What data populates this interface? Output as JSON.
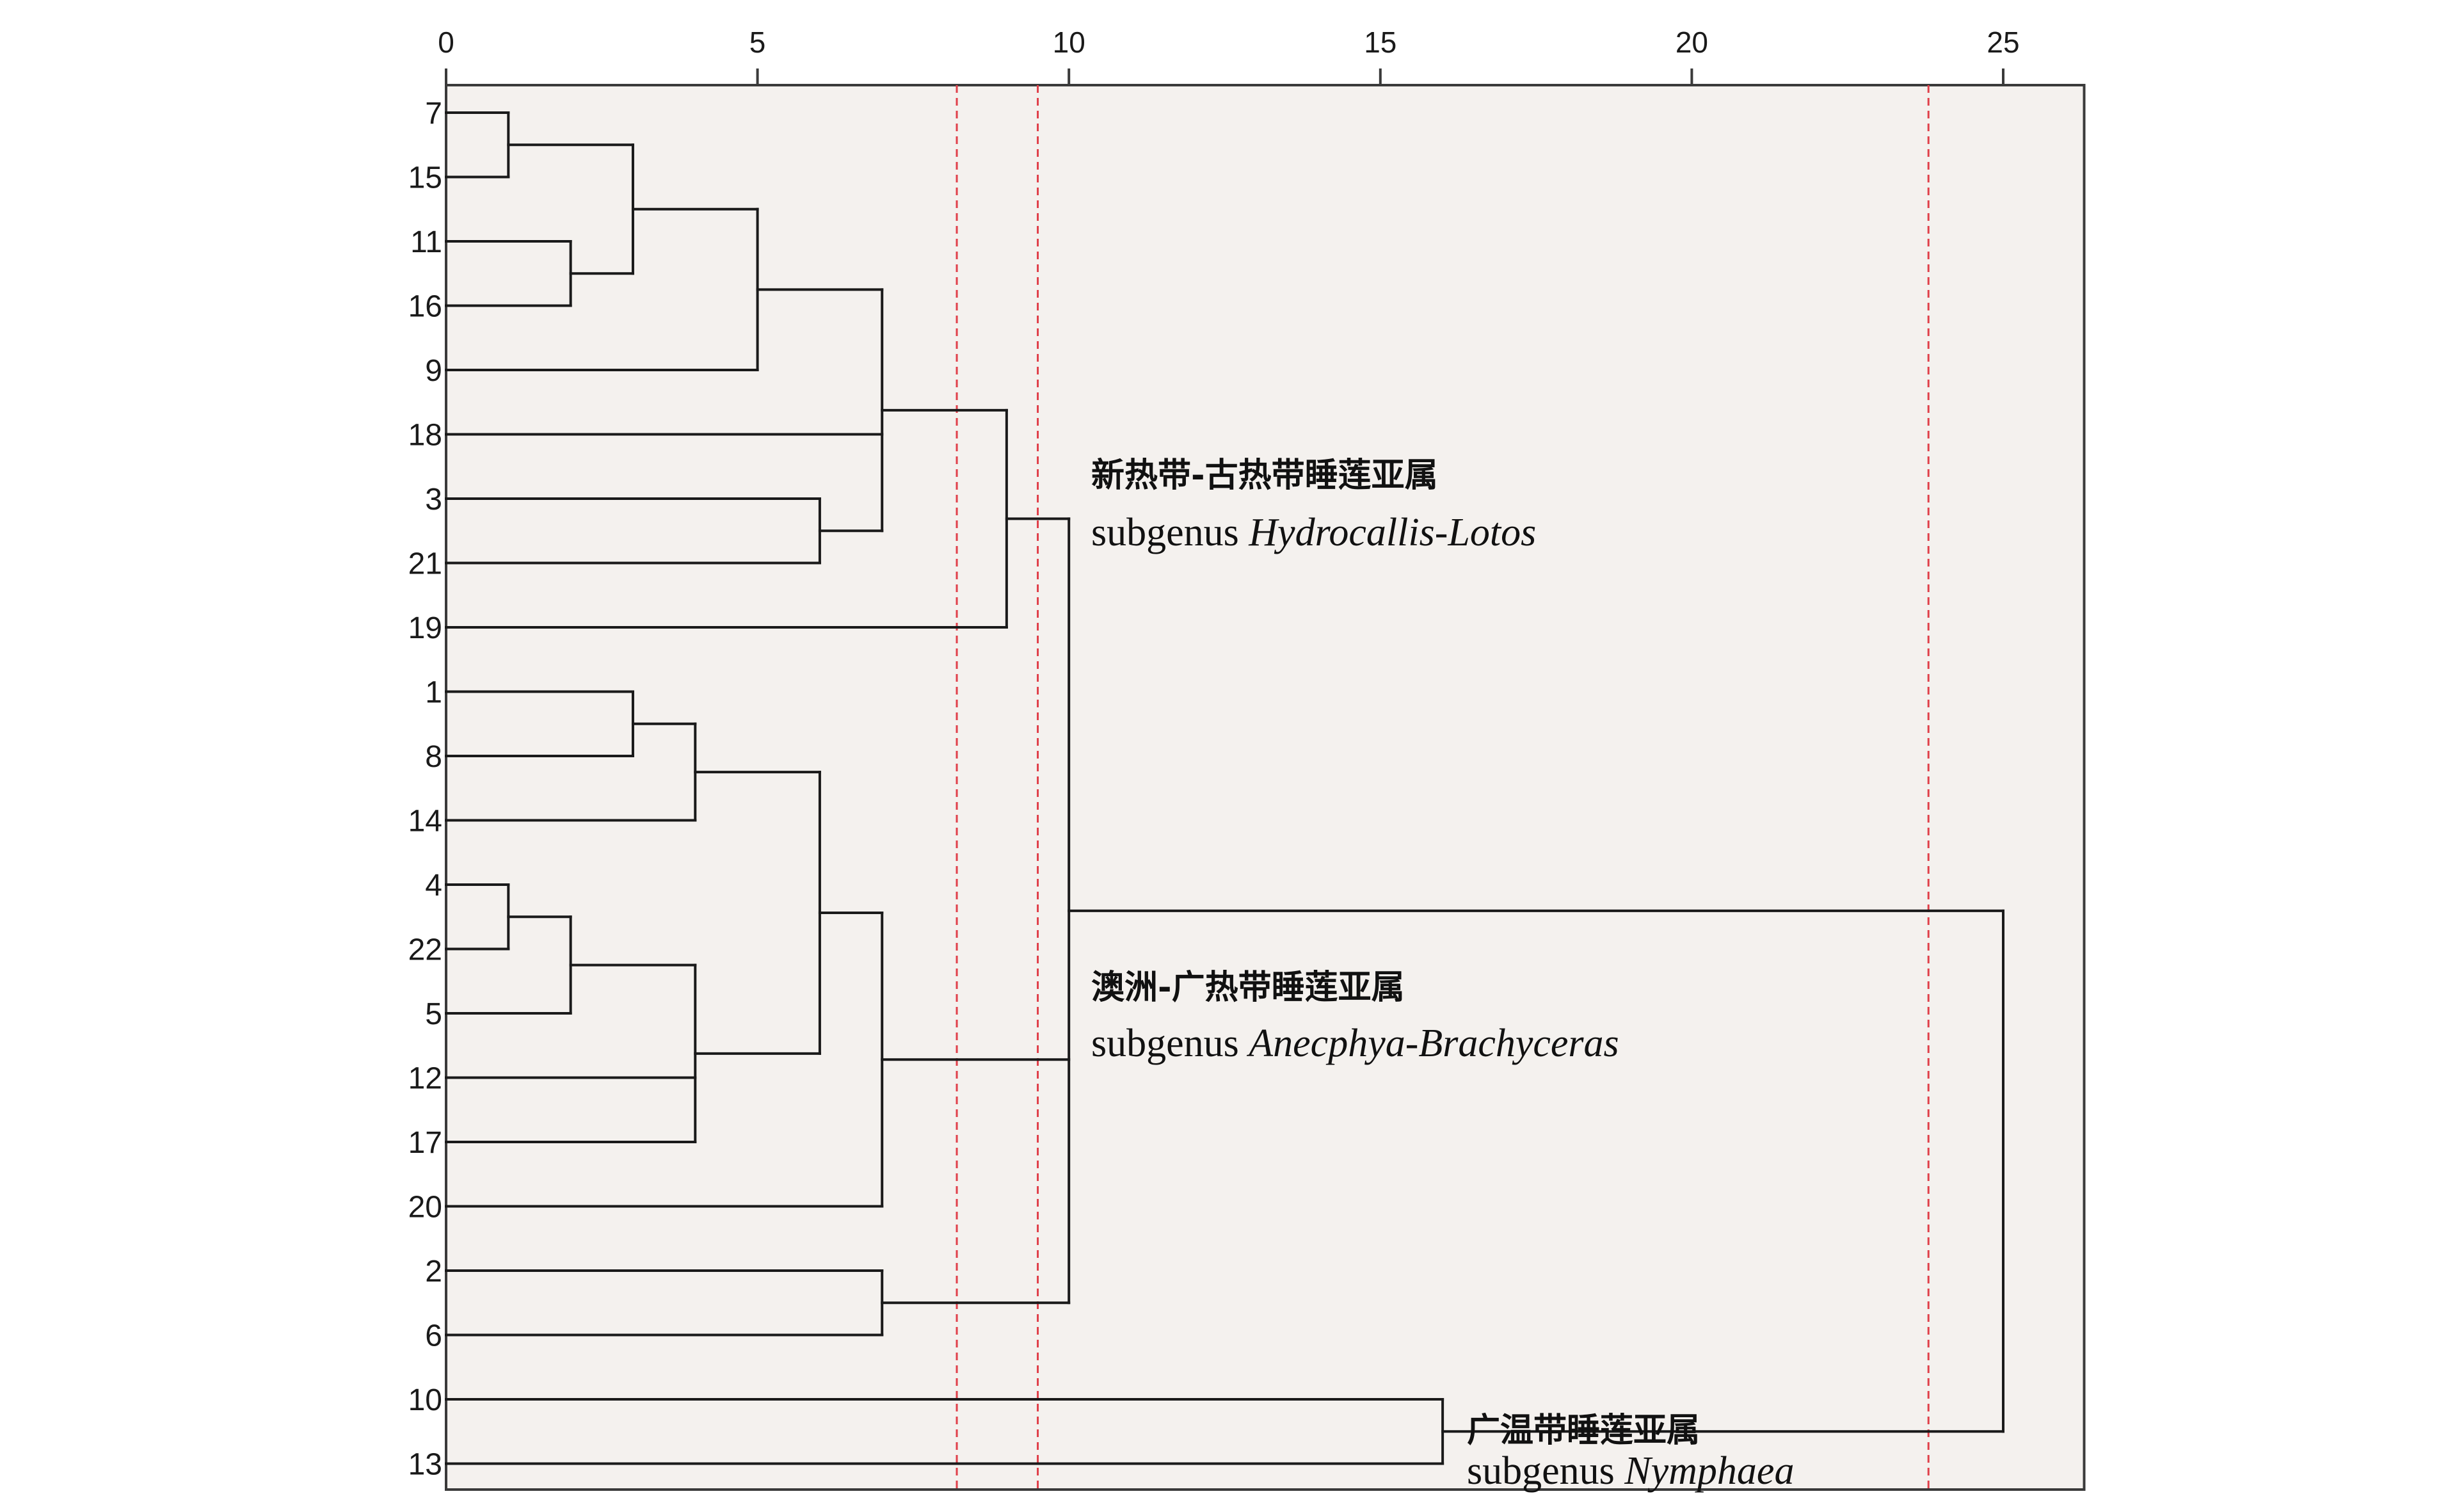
{
  "chart_data": {
    "type": "dendrogram",
    "x_ticks": [
      0,
      5,
      10,
      15,
      20,
      25
    ],
    "xlim": [
      0,
      26.3
    ],
    "leaves": [
      "7",
      "15",
      "11",
      "16",
      "9",
      "18",
      "3",
      "21",
      "19",
      "1",
      "8",
      "14",
      "4",
      "22",
      "5",
      "12",
      "17",
      "20",
      "2",
      "6",
      "10",
      "13"
    ],
    "merges": [
      {
        "id": "a1",
        "children": [
          "L:7",
          "L:15"
        ],
        "height": 1
      },
      {
        "id": "a2",
        "children": [
          "L:11",
          "L:16"
        ],
        "height": 2
      },
      {
        "id": "a3",
        "children": [
          "N:a1",
          "N:a2"
        ],
        "height": 3
      },
      {
        "id": "a4",
        "children": [
          "N:a3",
          "L:9"
        ],
        "height": 5
      },
      {
        "id": "a5",
        "children": [
          "L:3",
          "L:21"
        ],
        "height": 6
      },
      {
        "id": "a6",
        "children": [
          "N:a4",
          "L:18",
          "N:a5"
        ],
        "height": 7
      },
      {
        "id": "a7",
        "children": [
          "N:a6",
          "L:19"
        ],
        "height": 9
      },
      {
        "id": "b1",
        "children": [
          "L:1",
          "L:8"
        ],
        "height": 3
      },
      {
        "id": "b2",
        "children": [
          "N:b1",
          "L:14"
        ],
        "height": 4
      },
      {
        "id": "b3",
        "children": [
          "L:4",
          "L:22"
        ],
        "height": 1
      },
      {
        "id": "b4",
        "children": [
          "N:b3",
          "L:5"
        ],
        "height": 2
      },
      {
        "id": "b5",
        "children": [
          "N:b4",
          "L:12",
          "L:17"
        ],
        "height": 4
      },
      {
        "id": "b6",
        "children": [
          "N:b2",
          "N:b5"
        ],
        "height": 6
      },
      {
        "id": "b7",
        "children": [
          "N:b6",
          "L:20"
        ],
        "height": 7
      },
      {
        "id": "c1",
        "children": [
          "L:2",
          "L:6"
        ],
        "height": 7
      },
      {
        "id": "r1",
        "children": [
          "N:a7",
          "N:b7",
          "N:c1"
        ],
        "height": 10
      },
      {
        "id": "n1",
        "children": [
          "L:10",
          "L:13"
        ],
        "height": 16
      },
      {
        "id": "root",
        "children": [
          "N:r1",
          "N:n1"
        ],
        "height": 25
      }
    ],
    "cut_lines": [
      8.2,
      9.5,
      23.8
    ],
    "groups": [
      {
        "label_cn": "新热带-古热带睡莲亚属",
        "label_prefix": "subgenus ",
        "label_italic": "Hydrocallis-Lotos"
      },
      {
        "label_cn": "澳洲-广热带睡莲亚属",
        "label_prefix": "subgenus ",
        "label_italic": "Anecphya-Brachyceras"
      },
      {
        "label_cn": "广温带睡莲亚属",
        "label_prefix": "subgenus ",
        "label_italic": "Nymphaea"
      }
    ],
    "colors": {
      "plot_background": "#f4f1ee",
      "frame": "#3a3a3a",
      "branch": "#1a1a1a",
      "cut_line": "#e0404a"
    }
  }
}
